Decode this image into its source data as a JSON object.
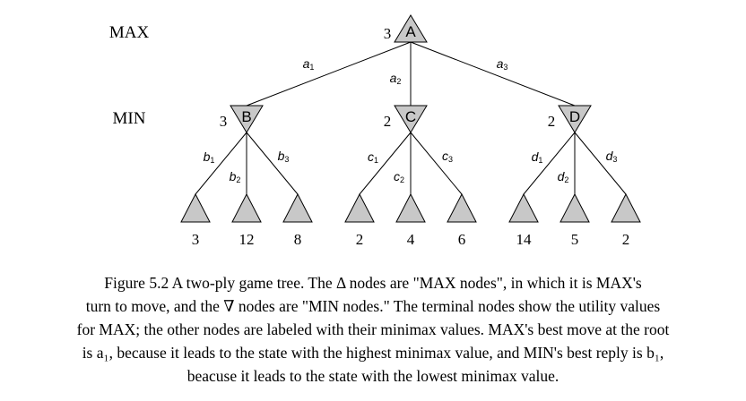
{
  "levels": {
    "max": "MAX",
    "min": "MIN"
  },
  "root": {
    "value": "3",
    "label": "A"
  },
  "min_nodes": [
    {
      "value": "3",
      "label": "B",
      "edge_base": "a",
      "edge_sub": "1",
      "children": [
        {
          "edge_base": "b",
          "edge_sub": "1",
          "value": "3"
        },
        {
          "edge_base": "b",
          "edge_sub": "2",
          "value": "12"
        },
        {
          "edge_base": "b",
          "edge_sub": "3",
          "value": "8"
        }
      ]
    },
    {
      "value": "2",
      "label": "C",
      "edge_base": "a",
      "edge_sub": "2",
      "children": [
        {
          "edge_base": "c",
          "edge_sub": "1",
          "value": "2"
        },
        {
          "edge_base": "c",
          "edge_sub": "2",
          "value": "4"
        },
        {
          "edge_base": "c",
          "edge_sub": "3",
          "value": "6"
        }
      ]
    },
    {
      "value": "2",
      "label": "D",
      "edge_base": "a",
      "edge_sub": "3",
      "children": [
        {
          "edge_base": "d",
          "edge_sub": "1",
          "value": "14"
        },
        {
          "edge_base": "d",
          "edge_sub": "2",
          "value": "5"
        },
        {
          "edge_base": "d",
          "edge_sub": "3",
          "value": "2"
        }
      ]
    }
  ],
  "caption": {
    "line1": "Figure 5.2   A two-ply game tree. The Δ nodes are \"MAX nodes\", in which it is MAX's",
    "line2": "turn to move, and the ∇ nodes are \"MIN nodes.\" The terminal nodes show the utility values",
    "line3": "for MAX; the other nodes are labeled with their minimax values. MAX's best move at the root",
    "line4": "is a₁, because it leads to the state with the highest minimax value, and MIN's best reply is b₁,",
    "line5": "beacuse it leads to the state with the lowest minimax value."
  }
}
